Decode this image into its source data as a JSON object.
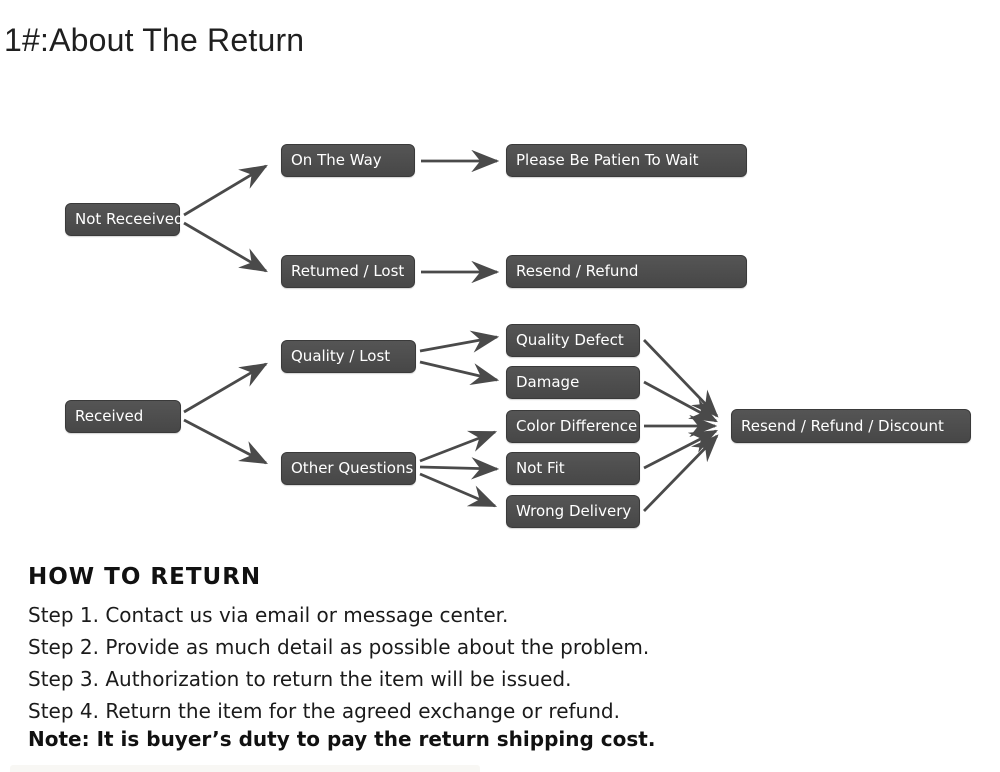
{
  "page": {
    "title": "1#:About The Return"
  },
  "flowchart": {
    "box_fill": "#4a4a4a",
    "box_text_color": "#ffffff",
    "arrow_color": "#4a4a4a",
    "nodes": {
      "not_received": "Not Receeived",
      "on_the_way": "On The Way",
      "please_wait": "Please Be Patien To Wait",
      "returned_lost": "Retumed / Lost",
      "resend_refund": "Resend / Refund",
      "received": "Received",
      "quality_lost": "Quality / Lost",
      "quality_defect": "Quality Defect",
      "damage": "Damage",
      "color_difference": "Color Difference",
      "not_fit": "Not Fit",
      "wrong_delivery": "Wrong Delivery",
      "resend_refund_discount": "Resend / Refund / Discount"
    }
  },
  "how_to_return": {
    "heading": "HOW TO RETURN",
    "steps": [
      "Step 1. Contact us via email or message center.",
      "Step 2. Provide as much detail as possible about the problem.",
      "Step 3. Authorization to return the item will be issued.",
      "Step 4. Return the item for the agreed exchange or refund."
    ],
    "note": "Note: It is buyer’s duty to pay the return shipping cost."
  }
}
